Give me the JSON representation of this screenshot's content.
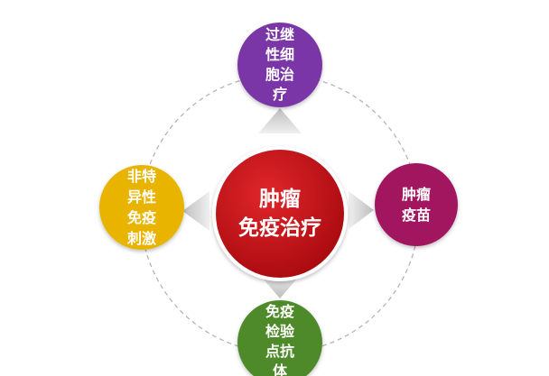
{
  "diagram": {
    "center": {
      "label": "肿瘤\n免疫治疗",
      "color": "#c40f14"
    },
    "top": {
      "label": "过继\n性细\n胞治\n疗",
      "color": "#7a35a6"
    },
    "left": {
      "label": "非特\n异性\n免疫\n刺激",
      "color": "#e8b400"
    },
    "right": {
      "label": "肿瘤\n疫苗",
      "color": "#a1135e"
    },
    "bottom": {
      "label": "免疫\n检验\n点抗\n体",
      "color": "#4f8a2c"
    },
    "ring_color": "#b5b5b5",
    "arrow_color": "#d0d0d0"
  }
}
